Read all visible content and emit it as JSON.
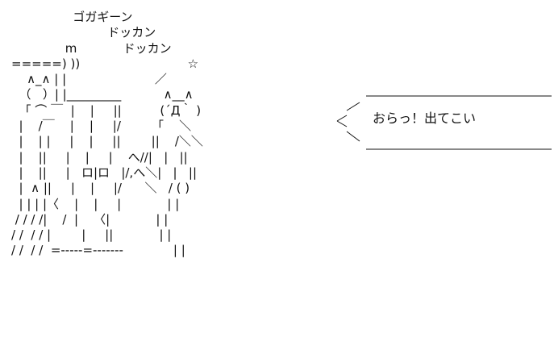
{
  "art": {
    "lines": [
      "                ゴガギーン",
      "                         ドッカン",
      "              m            ドッカン",
      "=====) ))                            ☆",
      "    ∧_∧ | |                       ／",
      "  （   ）| |_________           ∧__∧",
      "  「 ⌒ ￣  |    |     ||          (´Д｀ )",
      "  |    /￣    |    |     |/        「    ＼",
      "  |    | |     |    |     ||        ||    /＼＼",
      "  |    ||     |    |     |    へ//|   |   ||",
      "  |    ||     |   ロ|ロ   |/,へ＼|   |   ||",
      "  |  ∧ ||     |    |     |/      ＼   / ( )",
      "  | | | |〈    |    |     |            | |",
      " / / / /|    /  |    〈|            | |",
      "/ /  / / |        |     ||            | |",
      "/ /  / /  =-----=-------             | |"
    ]
  },
  "speech": {
    "text": "おらっ！出てこい"
  },
  "colors": {
    "ink": "#111111",
    "background": "#ffffff"
  }
}
